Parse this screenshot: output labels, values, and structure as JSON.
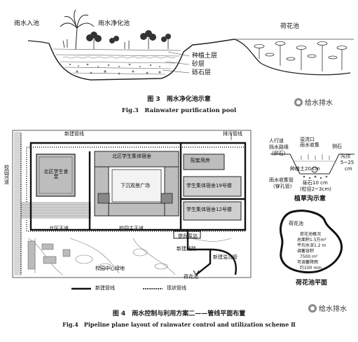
{
  "fig3": {
    "labels": {
      "inflow_pool": "雨水入池",
      "purification_pool": "雨水净化池",
      "lotus_pond": "荷花池",
      "soil_layer": "种植土层",
      "sand_layer": "砂层",
      "gravel_layer": "砾石层"
    },
    "caption_cn": "图 3　雨水净化池示意",
    "caption_en": "Fig.3　Rainwater purification pool"
  },
  "fig4": {
    "labels": {
      "new_pipe_top": "新建管线",
      "drain_line": "排污管线",
      "campus_river": "校园河道",
      "north_canteen": "北区学生食堂",
      "north_dorm_group": "北区学生集体宿舍",
      "backup_house": "配套用房",
      "sunken_square": "下沉观景广场",
      "dorm19": "学生集体宿舍19号楼",
      "dorm12": "学生集体宿舍12号楼",
      "north_road": "北区干道",
      "pipe_road": "校园主干道",
      "pump": "提升泵站",
      "new_line_label": "新建线路",
      "new_drain": "新建溢流管",
      "green_space": "校园中心绿地",
      "lotus_pond": "荷花池"
    },
    "legend": {
      "new": "新建管线",
      "existing": "现状管线"
    },
    "swale": {
      "sidewalk": "人行道",
      "curb_stop": "挡水路缘",
      "gravel_stone": "(卵石)",
      "inflow": "溢流口",
      "collect": "雨水收集",
      "slope": "侧石",
      "ditch": "沟顶",
      "depth": "5~25",
      "unit": "cm",
      "soil": "种植土20 cm",
      "pipe": "雨水收集管",
      "pipe_note": "(穿孔管)",
      "gravel": "砾石10 cm",
      "gravel2": "(粒径2~3cm)",
      "title": "植草沟示意"
    },
    "lotus_plan": {
      "pond": "荷花池",
      "note1": "荷花池概况",
      "note2": "总面积1.5万m²",
      "note3": "平均水深1.2 m",
      "note4": "调蓄容积",
      "note5": "7500 m³",
      "note6": "可调蓄降雨",
      "note7": "约100 mm",
      "title": "荷花池平面"
    },
    "caption_cn": "图 4　雨水控制与利用方案二——管线平面布置",
    "caption_en": "Fig.4　Pipeline plane layout of rainwater control and utilization scheme Ⅱ"
  },
  "watermark": "给水排水"
}
